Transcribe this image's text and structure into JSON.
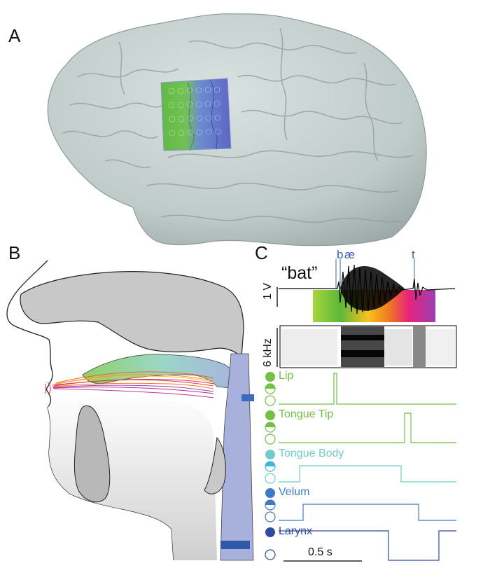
{
  "panels": {
    "a": {
      "letter": "A"
    },
    "b": {
      "letter": "B"
    },
    "c": {
      "letter": "C"
    }
  },
  "waveform": {
    "word": "“bat”",
    "scale_label": "1 V",
    "phonemes": [
      "b",
      "æ",
      "t"
    ]
  },
  "spectrogram": {
    "scale_label": "6 kHz"
  },
  "articulators": [
    {
      "name": "Lip",
      "color": "#72c044"
    },
    {
      "name": "Tongue Tip",
      "color": "#72c044"
    },
    {
      "name": "Tongue Body",
      "color": "#6ecdc8"
    },
    {
      "name": "Velum",
      "color": "#3f78c7"
    },
    {
      "name": "Larynx",
      "color": "#2f4aa0"
    }
  ],
  "time_scale": "0.5 s",
  "colors": {
    "brain": "#c6d2d0",
    "green_region": "#55b92b",
    "blue_region": "#4b57c4",
    "tract_gray": "#c8c8c8",
    "pharynx_blue": "#a8b1dc"
  }
}
